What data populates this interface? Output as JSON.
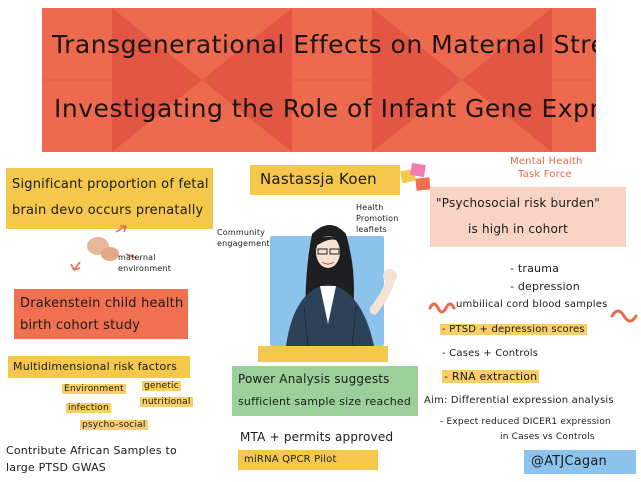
{
  "title": {
    "line1": "Transgenerational Effects on Maternal Stressors:",
    "line2": "Investigating the Role of Infant Gene Expression"
  },
  "left": {
    "fetal_box": {
      "line1": "Significant proportion of fetal",
      "line2": "brain devo occurs prenatally"
    },
    "maternal_env": {
      "line1": "maternal",
      "line2": "environment"
    },
    "cohort_box": {
      "line1": "Drakenstein child health",
      "line2": "birth cohort study"
    },
    "risk_heading": "Multidimensional risk factors",
    "risk_factors": {
      "environment": "Environment",
      "genetic": "genetic",
      "infection": "infection",
      "nutritional": "nutritional",
      "psychosocial": "psycho-social"
    },
    "contribute": {
      "line1": "Contribute     African Samples to",
      "line2": "large PTSD GWAS"
    }
  },
  "center": {
    "speaker": "Nastassja Koen",
    "community": {
      "line1": "Community",
      "line2": "engagement"
    },
    "health": {
      "line1": "Health",
      "line2": "Promotion",
      "line3": "leaflets"
    },
    "power_box": {
      "line1": "Power Analysis suggests",
      "line2": "sufficient sample size reached"
    },
    "mta": "MTA + permits approved",
    "mirna": "miRNA QPCR Pilot"
  },
  "right": {
    "taskforce": {
      "line1": "Mental Health",
      "line2": "Task Force"
    },
    "burden_box": {
      "line1": "\"Psychosocial risk burden\"",
      "line2": "is high in cohort"
    },
    "trauma": "- trauma",
    "depression": "- depression",
    "umbilical": "umbilical cord blood samples",
    "ptsd": "- PTSD + depression scores",
    "cases": "- Cases + Controls",
    "rna": "- RNA extraction",
    "aim": "Aim: Differential expression analysis",
    "expect": {
      "line1": "- Expect reduced DICER1 expression",
      "line2": "in Cases vs Controls"
    },
    "handle": "@ATJCagan"
  },
  "colors": {
    "banner": "#ee6a4e",
    "banner_triangles": "#d8453a",
    "yellow": "#f5c84c",
    "orange": "#f0704f",
    "peach": "#f9d3c4",
    "green": "#9cd09a",
    "blue": "#8bc3ec"
  }
}
